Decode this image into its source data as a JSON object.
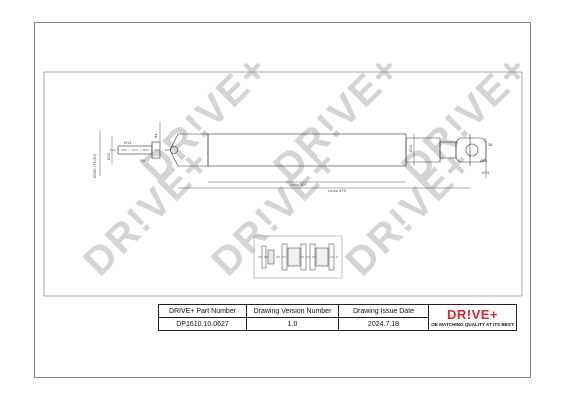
{
  "watermark": {
    "text": "DR!VE+"
  },
  "drawing": {
    "dims": {
      "d_overall": "Ø150 (75-90)",
      "d_small": "Ø12",
      "len_left": "Ø8",
      "len_eye": "84",
      "len_mid": "M12",
      "min_len": "Lmin 307",
      "max_len": "Lmax 475",
      "eye_d": "Ø14",
      "eye_w": "38",
      "eye_h": "Ø15",
      "body_d": "Ø58"
    }
  },
  "title_block": {
    "headers": {
      "part_number": "DRIVE+ Part Number",
      "drawing_version": "Drawing Version Number",
      "issue_date": "Drawing Issue Date"
    },
    "values": {
      "part_number": "DP1610.10.0627",
      "drawing_version": "1.0",
      "issue_date": "2024.7.18"
    },
    "logo": {
      "text": "DR!VE+",
      "slogan": "OE MATCHING QUALITY AT ITS BEST"
    }
  },
  "colors": {
    "logo_red": "#d8262b",
    "line": "#333333",
    "watermark": "#d4d4d4"
  }
}
